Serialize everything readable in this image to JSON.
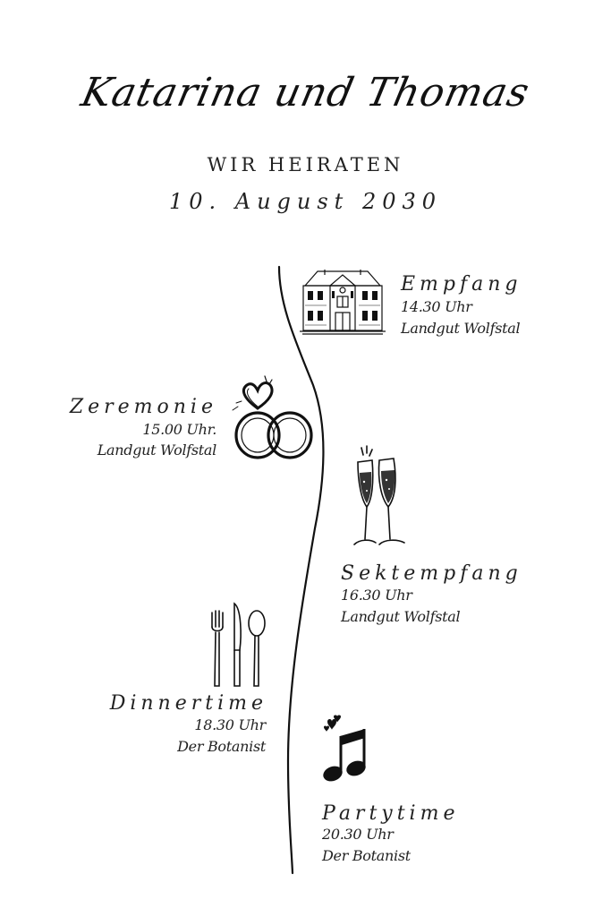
{
  "invitation": {
    "names": "Katarina und Thomas",
    "subtitle": "WIR HEIRATEN",
    "date": "10. August 2030"
  },
  "events": [
    {
      "title": "Empfang",
      "time": "14.30 Uhr",
      "place": "Landgut Wolfstal",
      "icon": "manor-house-icon"
    },
    {
      "title": "Zeremonie",
      "time": "15.00 Uhr.",
      "place": "Landgut Wolfstal",
      "icon": "wedding-rings-icon"
    },
    {
      "title": "Sektempfang",
      "time": "16.30 Uhr",
      "place": "Landgut Wolfstal",
      "icon": "champagne-glasses-icon"
    },
    {
      "title": "Dinnertime",
      "time": "18.30 Uhr",
      "place": "Der Botanist",
      "icon": "cutlery-icon"
    },
    {
      "title": "Partytime",
      "time": "20.30 Uhr",
      "place": "Der Botanist",
      "icon": "music-note-icon"
    }
  ],
  "colors": {
    "ink": "#111111",
    "background": "#ffffff"
  }
}
